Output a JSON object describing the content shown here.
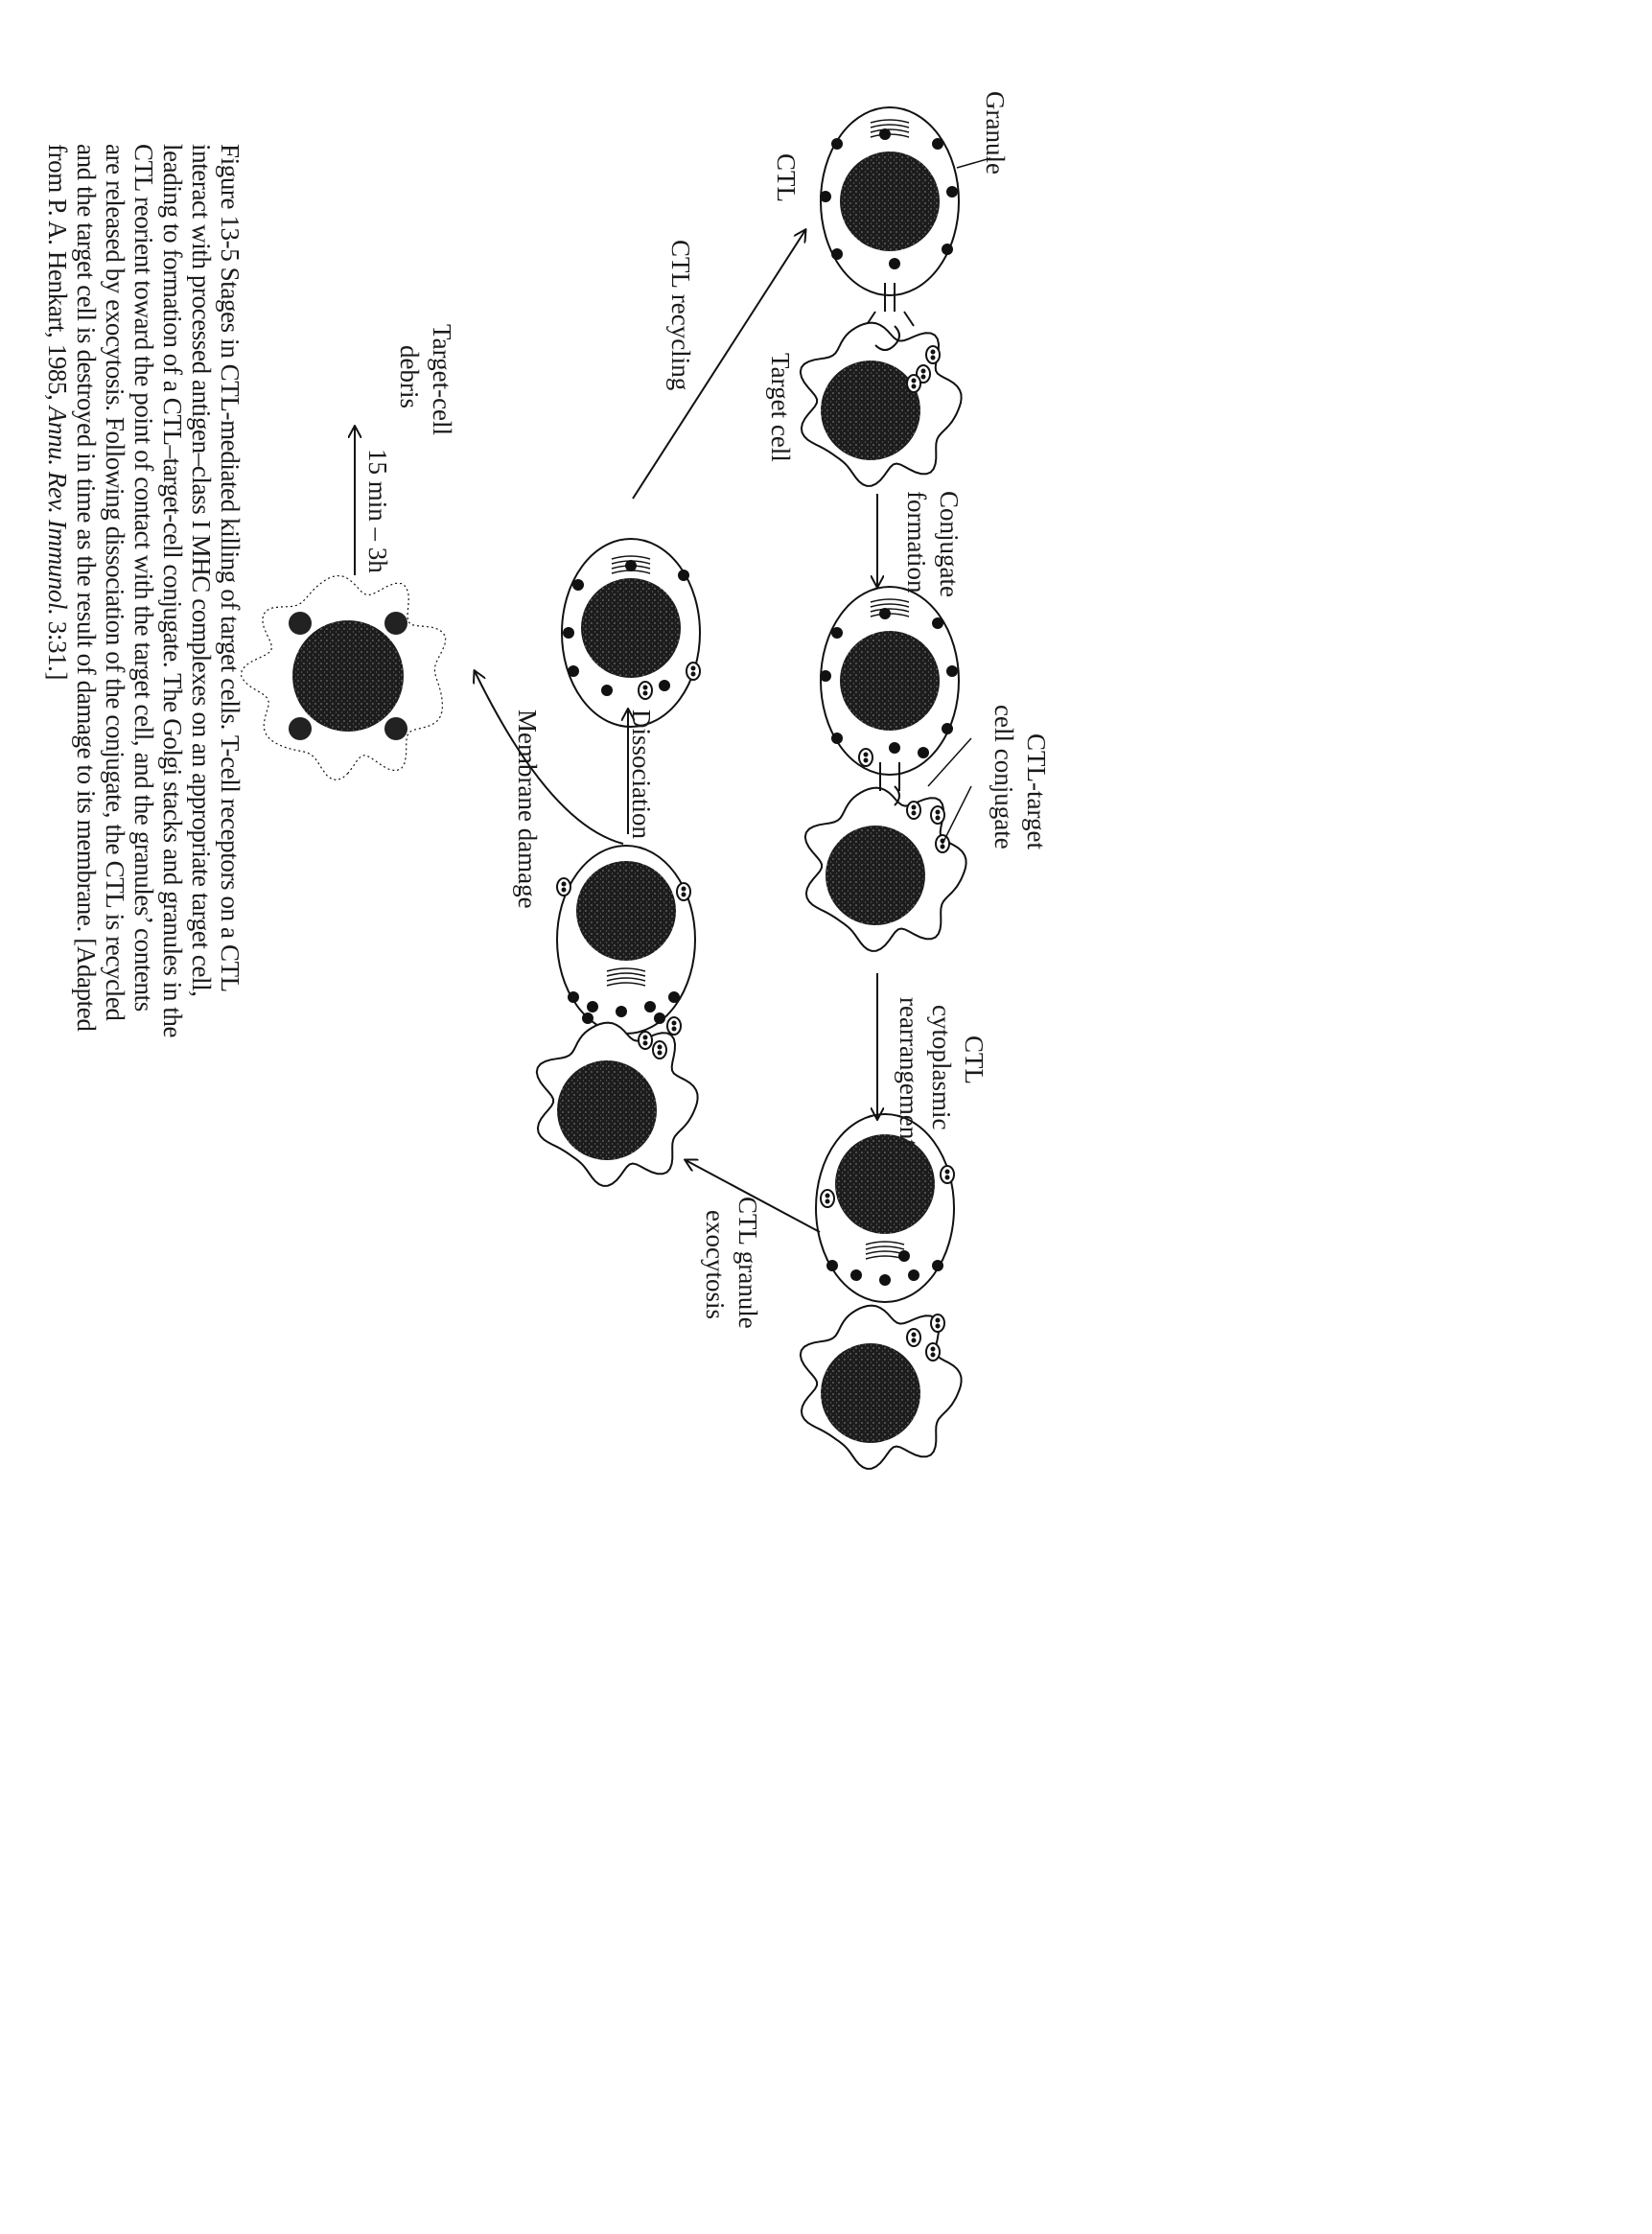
{
  "figure": {
    "labels": {
      "granule": "Granule",
      "ctl": "CTL",
      "target_cell": "Target cell",
      "conjugate_formation": [
        "Conjugate",
        "formation"
      ],
      "ctl_target_conjugate": [
        "CTL-target",
        "cell conjugate"
      ],
      "cytoplasmic_rearrangement": [
        "CTL",
        "cytoplasmic",
        "rearrangement"
      ],
      "granule_exocytosis": [
        "CTL granule",
        "exocytosis"
      ],
      "dissociation": "Dissociation",
      "membrane_damage": "Membrane damage",
      "ctl_recycling": "CTL recycling",
      "target_cell_debris": [
        "Target-cell",
        "debris"
      ],
      "time": "15 min – 3h"
    }
  },
  "caption": {
    "lines": [
      "Figure 13-5  Stages in CTL-mediated killing of target cells. T-cell receptors on a CTL",
      "interact with processed antigen–class I MHC complexes on an appropriate target cell,",
      "leading to formation of a CTL–target-cell conjugate. The Golgi stacks and granules in the",
      "CTL reorient toward the point of contact with the target cell, and the granules’ contents",
      "are released by exocytosis. Following dissociation of the conjugate, the CTL is recycled",
      "and the target cell is destroyed in time as the result of damage to its membrane. [Adapted"
    ],
    "last_line": {
      "prefix": "from P. A. Henkart, 1985, ",
      "journal": "Annu. Rev. Immunol.",
      "suffix": " 3:31.]"
    }
  }
}
